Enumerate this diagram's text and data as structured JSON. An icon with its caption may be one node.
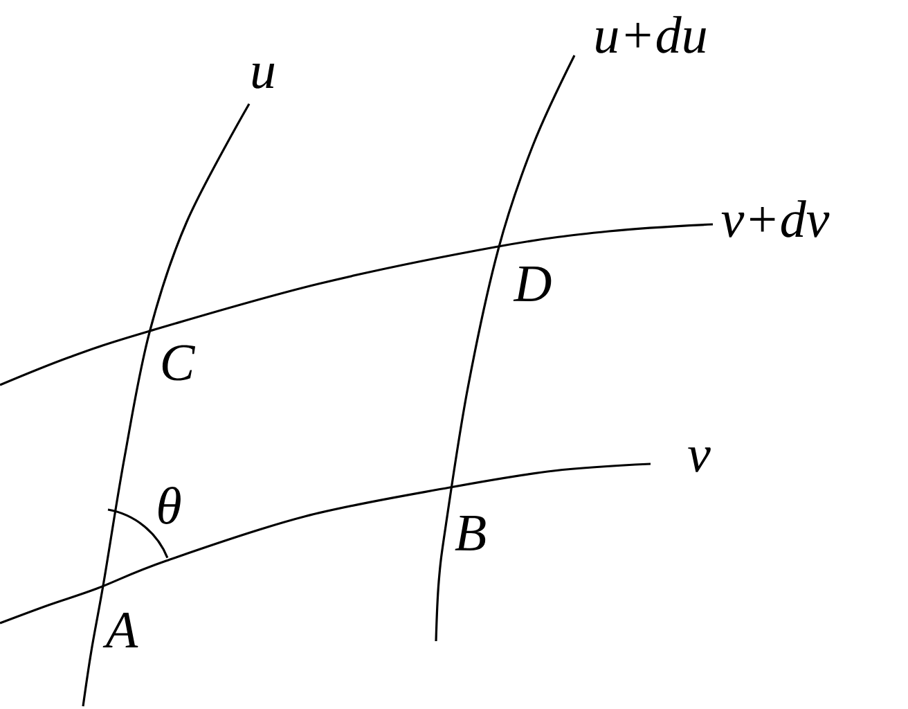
{
  "diagram": {
    "labels": [
      "u",
      "u+du",
      "v+dv",
      "C",
      "D",
      "v",
      "θ",
      "B",
      "A"
    ]
  }
}
